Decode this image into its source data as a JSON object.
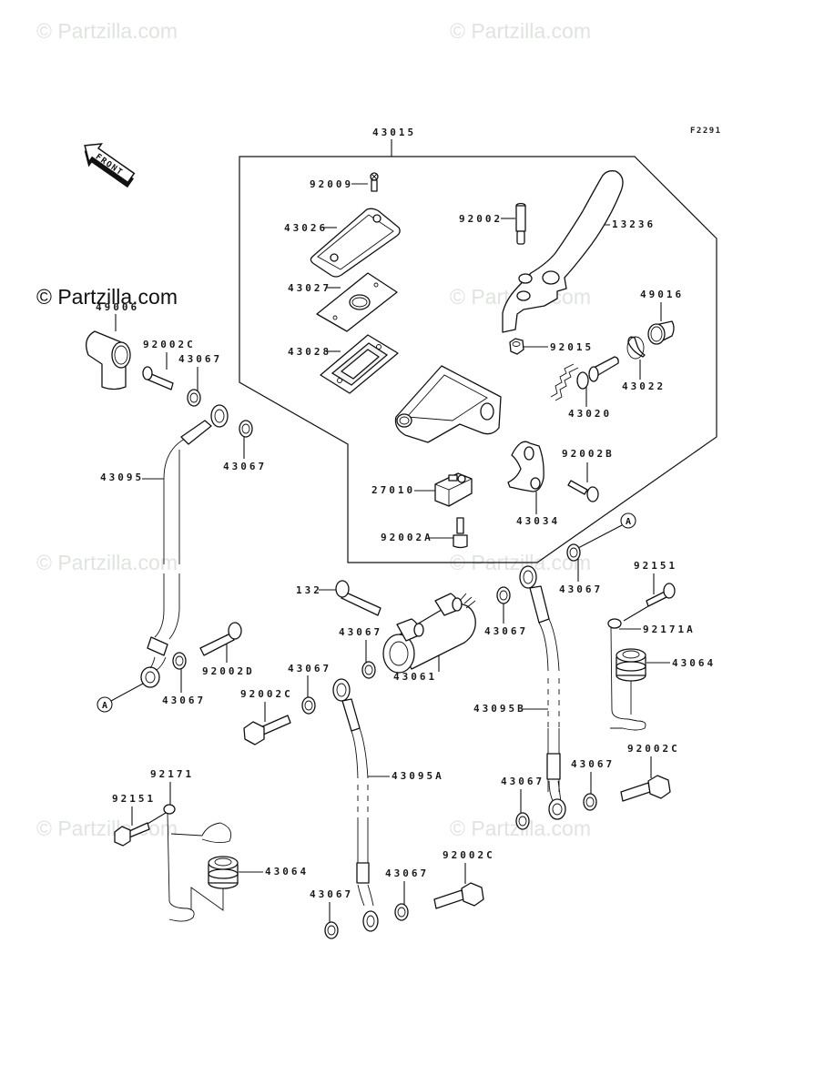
{
  "diagram": {
    "figure_code": "F2291",
    "assembly_label": "43015",
    "front_arrow_text": "FRONT",
    "watermark_text": "© Partzilla.com",
    "watermark_color": "#dfe4df",
    "reference_marker": "A"
  },
  "labels": {
    "p92009": "92009",
    "p43026": "43026",
    "p43027": "43027",
    "p43028": "43028",
    "p92002": "92002",
    "p13236": "13236",
    "p49016": "49016",
    "p92015": "92015",
    "p43022": "43022",
    "p43020": "43020",
    "p92002B": "92002B",
    "p27010": "27010",
    "p43034": "43034",
    "p92002A": "92002A",
    "p49006": "49006",
    "p92002C_a": "92002C",
    "p43067_a": "43067",
    "p43067_b": "43067",
    "p43095": "43095",
    "p92002D": "92002D",
    "p43067_c": "43067",
    "p132": "132",
    "p43067_d": "43067",
    "p43061": "43061",
    "p43067_e": "43067",
    "p43067_f": "43067",
    "p92002C_b": "92002C",
    "p43067_g": "43067",
    "p43095A": "43095A",
    "p43095B": "43095B",
    "p92151_a": "92151",
    "p92171A": "92171A",
    "p43064_a": "43064",
    "p92002C_c": "92002C",
    "p43067_h": "43067",
    "p43067_i": "43067",
    "p92171": "92171",
    "p92151_b": "92151",
    "p43064_b": "43064",
    "p43067_j": "43067",
    "p43067_k": "43067",
    "p92002C_d": "92002C"
  }
}
